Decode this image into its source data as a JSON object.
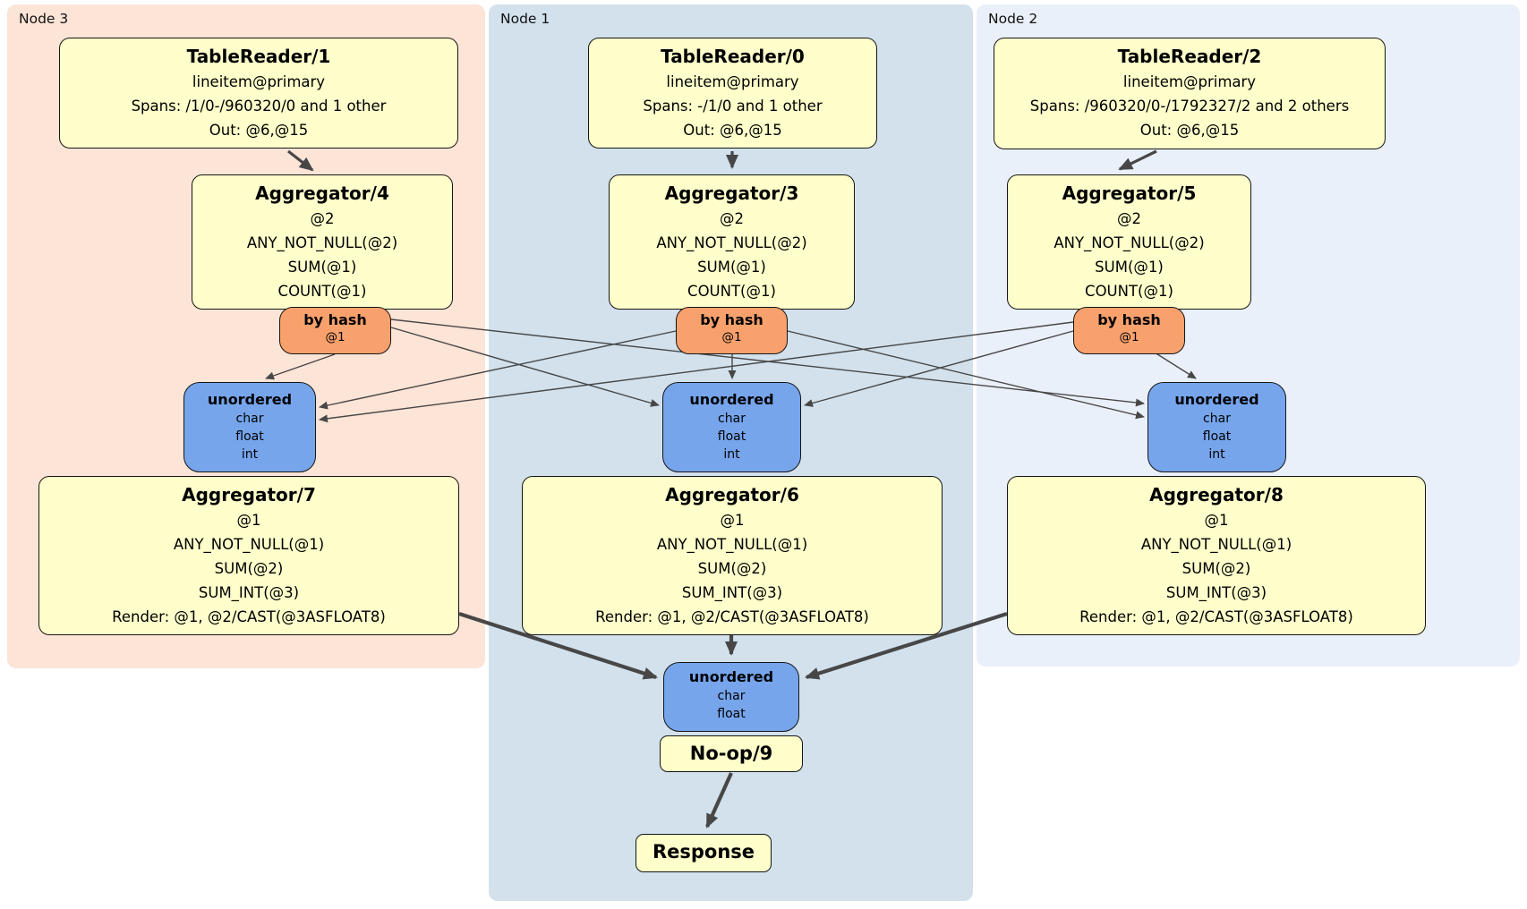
{
  "colors": {
    "panel_node3": "#fce4d6",
    "panel_node1": "#d2e1ec",
    "panel_node2": "#eaf0f9",
    "processor_box": "#ffffcb",
    "router_box": "#f9a16d",
    "sync_box": "#76a5ec",
    "edge": "#474747"
  },
  "panels": [
    {
      "label": "Node 3"
    },
    {
      "label": "Node 1"
    },
    {
      "label": "Node 2"
    }
  ],
  "router": {
    "title": "by hash",
    "key": "@1"
  },
  "sync": {
    "title": "unordered",
    "streams": [
      "char",
      "float",
      "int"
    ]
  },
  "sync_final": {
    "title": "unordered",
    "streams": [
      "char",
      "float"
    ]
  },
  "processors": {
    "tr1": {
      "title": "TableReader/1",
      "lines": [
        "lineitem@primary",
        "Spans: /1/0-/960320/0 and 1 other",
        "Out: @6,@15"
      ]
    },
    "tr0": {
      "title": "TableReader/0",
      "lines": [
        "lineitem@primary",
        "Spans: -/1/0 and 1 other",
        "Out: @6,@15"
      ]
    },
    "tr2": {
      "title": "TableReader/2",
      "lines": [
        "lineitem@primary",
        "Spans: /960320/0-/1792327/2 and 2 others",
        "Out: @6,@15"
      ]
    },
    "agg4": {
      "title": "Aggregator/4",
      "lines": [
        "@2",
        "ANY_NOT_NULL(@2)",
        "SUM(@1)",
        "COUNT(@1)"
      ]
    },
    "agg3": {
      "title": "Aggregator/3",
      "lines": [
        "@2",
        "ANY_NOT_NULL(@2)",
        "SUM(@1)",
        "COUNT(@1)"
      ]
    },
    "agg5": {
      "title": "Aggregator/5",
      "lines": [
        "@2",
        "ANY_NOT_NULL(@2)",
        "SUM(@1)",
        "COUNT(@1)"
      ]
    },
    "agg7": {
      "title": "Aggregator/7",
      "lines": [
        "@1",
        "ANY_NOT_NULL(@1)",
        "SUM(@2)",
        "SUM_INT(@3)",
        "Render: @1, @2/CAST(@3ASFLOAT8)"
      ]
    },
    "agg6": {
      "title": "Aggregator/6",
      "lines": [
        "@1",
        "ANY_NOT_NULL(@1)",
        "SUM(@2)",
        "SUM_INT(@3)",
        "Render: @1, @2/CAST(@3ASFLOAT8)"
      ]
    },
    "agg8": {
      "title": "Aggregator/8",
      "lines": [
        "@1",
        "ANY_NOT_NULL(@1)",
        "SUM(@2)",
        "SUM_INT(@3)",
        "Render: @1, @2/CAST(@3ASFLOAT8)"
      ]
    },
    "noop": {
      "title": "No-op/9"
    },
    "response": {
      "title": "Response"
    }
  }
}
